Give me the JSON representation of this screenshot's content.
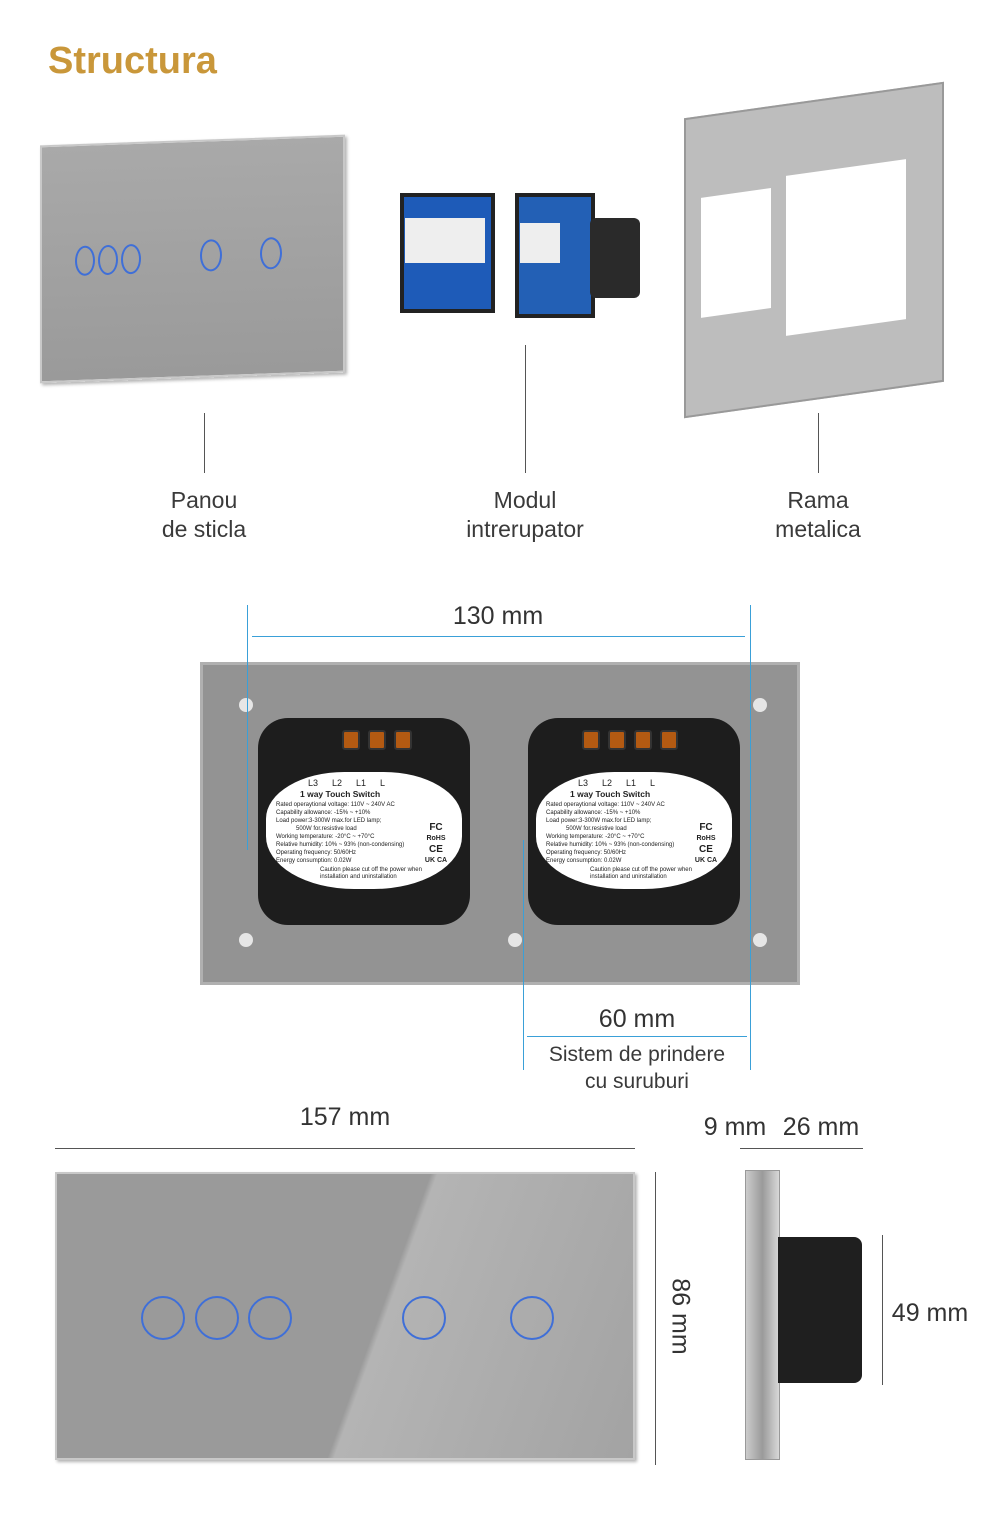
{
  "title": "Structura",
  "components": [
    {
      "line1": "Panou",
      "line2": "de sticla"
    },
    {
      "line1": "Modul",
      "line2": "intrerupator"
    },
    {
      "line1": "Rama",
      "line2": "metalica"
    }
  ],
  "dimensions": {
    "width_modules": "130 mm",
    "screw_spacing": "60 mm",
    "screw_caption_1": "Sistem de prindere",
    "screw_caption_2": "cu suruburi",
    "panel_width": "157 mm",
    "panel_height": "86 mm",
    "glass_depth": "9 mm",
    "module_depth": "26 mm",
    "module_height": "49 mm"
  },
  "module_label": {
    "terminals": [
      "L3",
      "L2",
      "L1",
      "L"
    ],
    "name": "1 way Touch Switch",
    "specs": [
      "Rated operaytional voltage: 110V ~ 240V AC",
      "Capability allowance: -15% ~ +10%",
      "Load power:3-300W max.for LED lamp;",
      "500W for.resistive load",
      "Working temperature: -20°C ~ +70°C",
      "Relative humidity: 10% ~ 93% (non-condensing)",
      "Operating frequency: 50/60Hz",
      "Energy consumption: 0.02W"
    ],
    "caution": "Caution please cut off the power when installation and uninstallation",
    "marks": [
      "FC",
      "RoHS",
      "CE",
      "UK CA"
    ]
  },
  "colors": {
    "accent": "#c9973a",
    "dimension_line": "#3aa0d8",
    "touch_ring": "#3f6fd8"
  }
}
